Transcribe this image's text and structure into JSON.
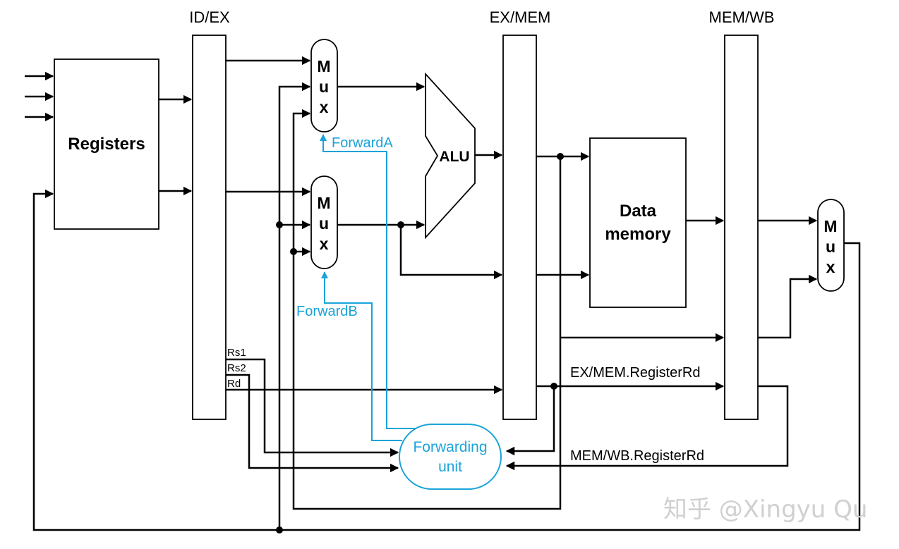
{
  "pipeline_registers": {
    "id_ex": "ID/EX",
    "ex_mem": "EX/MEM",
    "mem_wb": "MEM/WB"
  },
  "registers": {
    "label": "Registers"
  },
  "mux": {
    "line1": "M",
    "line2": "u",
    "line3": "x"
  },
  "alu": {
    "label": "ALU"
  },
  "data_memory": {
    "line1": "Data",
    "line2": "memory"
  },
  "forwarding_unit": {
    "line1": "Forwarding",
    "line2": "unit"
  },
  "signals": {
    "forward_a": "ForwardA",
    "forward_b": "ForwardB",
    "rs1": "Rs1",
    "rs2": "Rs2",
    "rd": "Rd",
    "ex_mem_rd": "EX/MEM.RegisterRd",
    "mem_wb_rd": "MEM/WB.RegisterRd"
  },
  "watermark": "知乎 @Xingyu Qu",
  "colors": {
    "forward_path": "#1aa3d9",
    "wire": "#000000"
  }
}
